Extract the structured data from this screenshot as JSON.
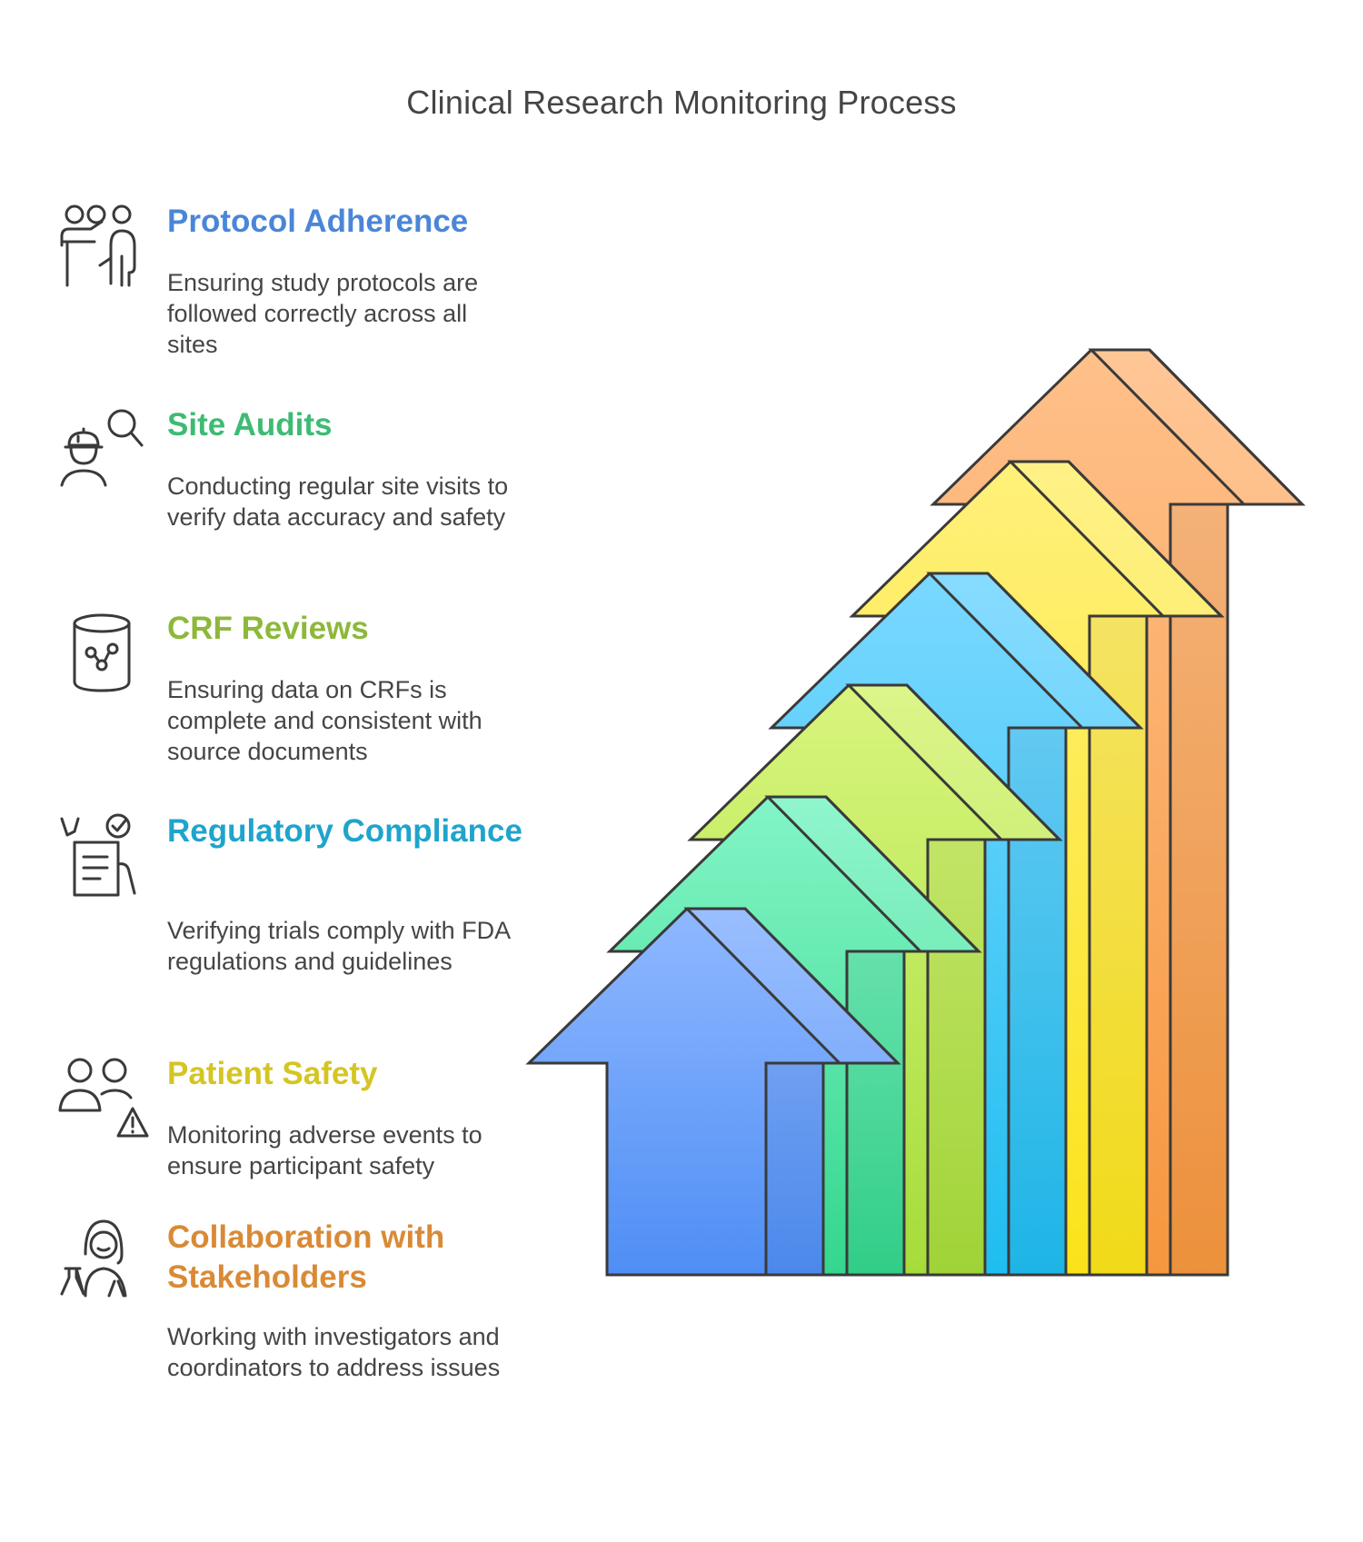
{
  "title": "Clinical Research Monitoring Process",
  "steps": [
    {
      "heading": "Protocol Adherence",
      "description": "Ensuring study protocols are followed correctly across all sites",
      "color": "#4a86d8",
      "icon": "presenter-with-audience-icon"
    },
    {
      "heading": "Site Audits",
      "description": "Conducting regular site visits to verify data accuracy and safety",
      "color": "#3dbb74",
      "icon": "inspector-with-magnifier-icon"
    },
    {
      "heading": "CRF Reviews",
      "description": "Ensuring data on CRFs is complete and consistent with source documents",
      "color": "#8db83a",
      "icon": "database-network-icon"
    },
    {
      "heading": "Regulatory Compliance",
      "description": "Verifying trials comply with FDA regulations and guidelines",
      "color": "#1fa4cc",
      "icon": "document-checklist-icon"
    },
    {
      "heading": "Patient Safety",
      "description": "Monitoring adverse events to ensure participant safety",
      "color": "#d4c523",
      "icon": "people-warning-icon"
    },
    {
      "heading": "Collaboration with Stakeholders",
      "description": "Working with investigators and coordinators to address issues",
      "color": "#d98a36",
      "icon": "scientist-with-flask-icon"
    }
  ],
  "arrow_colors": [
    {
      "top": "#8fb8ff",
      "bottom": "#4f8ef5",
      "stroke": "#3a3a3a"
    },
    {
      "top": "#83f5c6",
      "bottom": "#34d68d",
      "stroke": "#3a3a3a"
    },
    {
      "top": "#d8f57d",
      "bottom": "#a6dc3a",
      "stroke": "#3a3a3a"
    },
    {
      "top": "#7ad8ff",
      "bottom": "#1fbdf0",
      "stroke": "#3a3a3a"
    },
    {
      "top": "#fff07a",
      "bottom": "#fbe31a",
      "stroke": "#3a3a3a"
    },
    {
      "top": "#ffc08a",
      "bottom": "#f6973e",
      "stroke": "#3a3a3a"
    }
  ]
}
